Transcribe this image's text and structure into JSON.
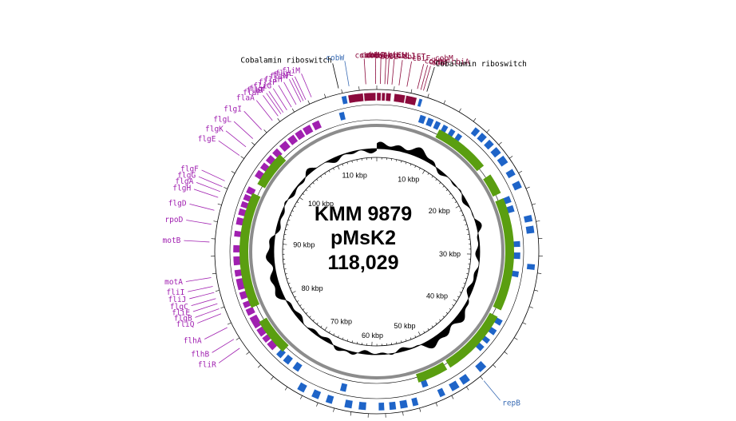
{
  "plasmid": {
    "lines": [
      "KMM 9879",
      "pMsK2",
      "118,029"
    ],
    "length_bp": 118029
  },
  "colors": {
    "cob": "#8b0a3c",
    "flagellar": "#a020b0",
    "cds": "#1e64c8",
    "green": "#5a9e10",
    "gc": "#000000",
    "backbone": "#8c8c8c",
    "label_blue": "#3a6cb4",
    "label_black": "#000000"
  },
  "ticks": [
    {
      "label": "10 kbp",
      "bp": 10000
    },
    {
      "label": "20 kbp",
      "bp": 20000
    },
    {
      "label": "30 kbp",
      "bp": 30000
    },
    {
      "label": "40 kbp",
      "bp": 40000
    },
    {
      "label": "50 kbp",
      "bp": 50000
    },
    {
      "label": "60 kbp",
      "bp": 60000
    },
    {
      "label": "70 kbp",
      "bp": 70000
    },
    {
      "label": "80 kbp",
      "bp": 80000
    },
    {
      "label": "90 kbp",
      "bp": 90000
    },
    {
      "label": "100 kbp",
      "bp": 100000
    },
    {
      "label": "110 kbp",
      "bp": 110000
    }
  ],
  "gene_labels": [
    {
      "text": "cobK-cbiJ",
      "color": "cob",
      "bp": 1700
    },
    {
      "text": "cobI-cbiL",
      "color": "cob",
      "bp": 1200
    },
    {
      "text": "cobJ-cbiH",
      "color": "cob",
      "bp": 900
    },
    {
      "text": "cobH-cbiC",
      "color": "cob",
      "bp": 400
    },
    {
      "text": "cobG",
      "color": "cob",
      "bp": 117900
    },
    {
      "text": "cobN",
      "color": "cob",
      "bp": 116800
    },
    {
      "text": "cobL-cbiET",
      "color": "cob",
      "bp": 2500
    },
    {
      "text": "cbiF-cobM",
      "color": "cob",
      "bp": 3400
    },
    {
      "text": "cobF",
      "color": "cob",
      "bp": 5300
    },
    {
      "text": "cobA",
      "color": "cob",
      "bp": 4600
    },
    {
      "text": "cobB-cbiA",
      "color": "cob",
      "bp": 5000
    },
    {
      "text": "Cobalamin riboswitch",
      "color": "label_black",
      "bp": 5700
    },
    {
      "text": "Cobalamin riboswitch",
      "color": "label_black",
      "bp": 113700
    },
    {
      "text": "cobW",
      "color": "label_blue",
      "bp": 114900
    },
    {
      "text": "repB",
      "color": "label_blue",
      "bp": 46000
    },
    {
      "text": "fliL",
      "color": "flagellar",
      "bp": 109800
    },
    {
      "text": "fliM",
      "color": "flagellar",
      "bp": 110500
    },
    {
      "text": "fliN",
      "color": "flagellar",
      "bp": 109200
    },
    {
      "text": "fliH",
      "color": "flagellar",
      "bp": 108600
    },
    {
      "text": "fliF",
      "color": "flagellar",
      "bp": 109500
    },
    {
      "text": "fliP",
      "color": "flagellar",
      "bp": 108000
    },
    {
      "text": "fliG",
      "color": "flagellar",
      "bp": 107400
    },
    {
      "text": "flbT",
      "color": "flagellar",
      "bp": 106600
    },
    {
      "text": "flaF",
      "color": "flagellar",
      "bp": 106200
    },
    {
      "text": "flgF",
      "color": "flagellar",
      "bp": 106900
    },
    {
      "text": "flaA",
      "color": "flagellar",
      "bp": 105400
    },
    {
      "text": "flgI",
      "color": "flagellar",
      "bp": 103800
    },
    {
      "text": "flgL",
      "color": "flagellar",
      "bp": 102400
    },
    {
      "text": "flgK",
      "color": "flagellar",
      "bp": 101200
    },
    {
      "text": "flgE",
      "color": "flagellar",
      "bp": 100000
    },
    {
      "text": "flgF",
      "color": "flagellar",
      "bp": 96700
    },
    {
      "text": "flgG",
      "color": "flagellar",
      "bp": 96000
    },
    {
      "text": "flgA",
      "color": "flagellar",
      "bp": 95400
    },
    {
      "text": "flgH",
      "color": "flagellar",
      "bp": 94700
    },
    {
      "text": "flgD",
      "color": "flagellar",
      "bp": 93200
    },
    {
      "text": "rpoD",
      "color": "flagellar",
      "bp": 91600
    },
    {
      "text": "motB",
      "color": "flagellar",
      "bp": 89600
    },
    {
      "text": "motA",
      "color": "flagellar",
      "bp": 85600
    },
    {
      "text": "fliI",
      "color": "flagellar",
      "bp": 84600
    },
    {
      "text": "fliJ",
      "color": "flagellar",
      "bp": 83900
    },
    {
      "text": "flgC",
      "color": "flagellar",
      "bp": 83200
    },
    {
      "text": "fliE",
      "color": "flagellar",
      "bp": 82600
    },
    {
      "text": "flgB",
      "color": "flagellar",
      "bp": 82000
    },
    {
      "text": "fliQ",
      "color": "flagellar",
      "bp": 81400
    },
    {
      "text": "flhA",
      "color": "flagellar",
      "bp": 79700
    },
    {
      "text": "flhB",
      "color": "flagellar",
      "bp": 78200
    },
    {
      "text": "fliR",
      "color": "flagellar",
      "bp": 77000
    }
  ],
  "tracks": {
    "outer_features": [
      {
        "start": 113800,
        "end": 114400,
        "color": "cds"
      },
      {
        "start": 114600,
        "end": 116400,
        "color": "cob"
      },
      {
        "start": 116500,
        "end": 117900,
        "color": "cob"
      },
      {
        "start": 0,
        "end": 500,
        "color": "cob"
      },
      {
        "start": 600,
        "end": 1000,
        "color": "cob"
      },
      {
        "start": 1100,
        "end": 1700,
        "color": "cob"
      },
      {
        "start": 2100,
        "end": 3400,
        "color": "cob"
      },
      {
        "start": 3500,
        "end": 4800,
        "color": "cob"
      },
      {
        "start": 5100,
        "end": 5500,
        "color": "cds"
      },
      {
        "start": 12600,
        "end": 13300,
        "color": "cds"
      },
      {
        "start": 13600,
        "end": 14400,
        "color": "cds"
      },
      {
        "start": 14800,
        "end": 15600,
        "color": "cds"
      },
      {
        "start": 16000,
        "end": 16900,
        "color": "cds"
      },
      {
        "start": 17300,
        "end": 18300,
        "color": "cds"
      },
      {
        "start": 19200,
        "end": 20000,
        "color": "cds"
      },
      {
        "start": 20800,
        "end": 21700,
        "color": "cds"
      },
      {
        "start": 25100,
        "end": 25900,
        "color": "cds"
      },
      {
        "start": 26400,
        "end": 27300,
        "color": "cds"
      },
      {
        "start": 31000,
        "end": 31700,
        "color": "cds"
      },
      {
        "start": 44700,
        "end": 45700,
        "color": "cds"
      },
      {
        "start": 47200,
        "end": 48200,
        "color": "cds"
      },
      {
        "start": 48700,
        "end": 49700,
        "color": "cds"
      },
      {
        "start": 50600,
        "end": 51300,
        "color": "cds"
      },
      {
        "start": 54000,
        "end": 54700,
        "color": "cds"
      },
      {
        "start": 55300,
        "end": 56200,
        "color": "cds"
      },
      {
        "start": 56700,
        "end": 57500,
        "color": "cds"
      },
      {
        "start": 58100,
        "end": 58800,
        "color": "cds"
      },
      {
        "start": 60300,
        "end": 61200,
        "color": "cds"
      },
      {
        "start": 62000,
        "end": 62900,
        "color": "cds"
      },
      {
        "start": 64400,
        "end": 65200,
        "color": "cds"
      },
      {
        "start": 66100,
        "end": 67000,
        "color": "cds"
      },
      {
        "start": 68000,
        "end": 68900,
        "color": "cds"
      }
    ],
    "inner_features": [
      {
        "start": 113000,
        "end": 113700,
        "color": "cds"
      },
      {
        "start": 5800,
        "end": 6600,
        "color": "cds"
      },
      {
        "start": 6900,
        "end": 7700,
        "color": "cds"
      },
      {
        "start": 8000,
        "end": 8700,
        "color": "cds"
      },
      {
        "start": 9100,
        "end": 9800,
        "color": "cds"
      },
      {
        "start": 10200,
        "end": 10900,
        "color": "cds"
      },
      {
        "start": 11300,
        "end": 12000,
        "color": "cds"
      },
      {
        "start": 22000,
        "end": 22900,
        "color": "cds"
      },
      {
        "start": 23300,
        "end": 24200,
        "color": "cds"
      },
      {
        "start": 28100,
        "end": 28900,
        "color": "cds"
      },
      {
        "start": 29600,
        "end": 30500,
        "color": "cds"
      },
      {
        "start": 32100,
        "end": 32900,
        "color": "cds"
      },
      {
        "start": 38900,
        "end": 39700,
        "color": "cds"
      },
      {
        "start": 40400,
        "end": 41200,
        "color": "cds"
      },
      {
        "start": 41900,
        "end": 42600,
        "color": "cds"
      },
      {
        "start": 43100,
        "end": 43900,
        "color": "cds"
      },
      {
        "start": 52100,
        "end": 52900,
        "color": "cds"
      },
      {
        "start": 63100,
        "end": 63900,
        "color": "cds"
      },
      {
        "start": 69900,
        "end": 70800,
        "color": "cds"
      },
      {
        "start": 71500,
        "end": 72400,
        "color": "cds"
      },
      {
        "start": 72800,
        "end": 73600,
        "color": "cds"
      },
      {
        "start": 74300,
        "end": 75400,
        "color": "flagellar"
      },
      {
        "start": 75600,
        "end": 76400,
        "color": "flagellar"
      },
      {
        "start": 76600,
        "end": 77700,
        "color": "flagellar"
      },
      {
        "start": 77900,
        "end": 79500,
        "color": "flagellar"
      },
      {
        "start": 79800,
        "end": 80700,
        "color": "flagellar"
      },
      {
        "start": 80900,
        "end": 81700,
        "color": "flagellar"
      },
      {
        "start": 82100,
        "end": 83100,
        "color": "flagellar"
      },
      {
        "start": 83400,
        "end": 84900,
        "color": "flagellar"
      },
      {
        "start": 85200,
        "end": 86100,
        "color": "flagellar"
      },
      {
        "start": 86700,
        "end": 87900,
        "color": "flagellar"
      },
      {
        "start": 88400,
        "end": 89400,
        "color": "flagellar"
      },
      {
        "start": 90500,
        "end": 91300,
        "color": "flagellar"
      },
      {
        "start": 92100,
        "end": 93100,
        "color": "flagellar"
      },
      {
        "start": 93400,
        "end": 94300,
        "color": "flagellar"
      },
      {
        "start": 94500,
        "end": 95300,
        "color": "flagellar"
      },
      {
        "start": 95500,
        "end": 96300,
        "color": "flagellar"
      },
      {
        "start": 96500,
        "end": 97400,
        "color": "flagellar"
      },
      {
        "start": 98900,
        "end": 99900,
        "color": "flagellar"
      },
      {
        "start": 100200,
        "end": 101100,
        "color": "flagellar"
      },
      {
        "start": 101400,
        "end": 102400,
        "color": "flagellar"
      },
      {
        "start": 102700,
        "end": 103600,
        "color": "flagellar"
      },
      {
        "start": 104000,
        "end": 105100,
        "color": "flagellar"
      },
      {
        "start": 105400,
        "end": 106400,
        "color": "flagellar"
      },
      {
        "start": 106600,
        "end": 107600,
        "color": "flagellar"
      },
      {
        "start": 107800,
        "end": 108900,
        "color": "flagellar"
      },
      {
        "start": 109200,
        "end": 110200,
        "color": "flagellar"
      }
    ],
    "green_blocks": [
      {
        "start": 8900,
        "end": 16800
      },
      {
        "start": 18300,
        "end": 21200
      },
      {
        "start": 22000,
        "end": 37800
      },
      {
        "start": 38800,
        "end": 48400
      },
      {
        "start": 48900,
        "end": 53200
      },
      {
        "start": 73200,
        "end": 78400
      },
      {
        "start": 80600,
        "end": 96800
      },
      {
        "start": 98200,
        "end": 103300
      }
    ]
  }
}
